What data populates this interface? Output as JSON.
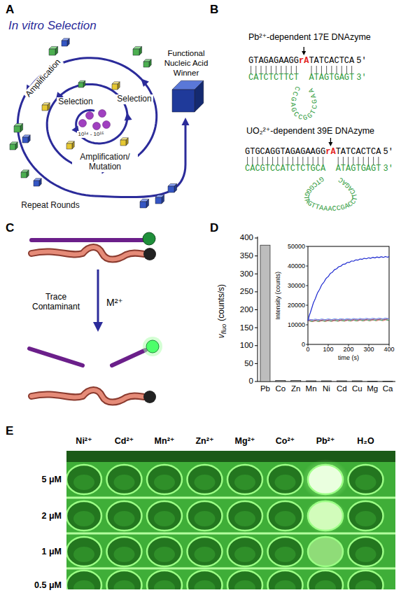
{
  "diagram": {
    "labels": [
      "A",
      "In vitro Selection",
      "Amplification",
      "Selection",
      "Selection",
      "10¹⁴ - 10¹⁵",
      "Amplification/ Mutation",
      "Repeat Rounds",
      "Functional Nucleic Acid Winner",
      "B",
      "Pb²⁺-dependent 17E DNAzyme",
      "GTAGAGAAGG",
      "rA",
      "TATCACTCA",
      "5′",
      "CATCTCTTCT",
      "ATAGTGAGT",
      "3′",
      "CCGAGCCGGTCGAA",
      "UO₂²⁺-dependent 39E DNAzyme",
      "GTGCAGGTAGAGAAGG",
      "rA",
      "TATCACTCA",
      "5′",
      "CACGTCCATCTCTGCA",
      "ATAGTGAGT",
      "3′",
      "GTCGGGTAGTTAAACCGACCTTCAGAC",
      "C",
      "Trace Contaminant",
      "M²⁺",
      "D",
      "0",
      "50",
      "100",
      "150",
      "200",
      "250",
      "300",
      "350",
      "400",
      "Pb",
      "Co",
      "Zn",
      "Mn",
      "Ni",
      "Cd",
      "Cu",
      "Mg",
      "Ca",
      "v",
      "fluo",
      "(counts/s)",
      "0",
      "10000",
      "20000",
      "30000",
      "40000",
      "50000",
      "0",
      "100",
      "200",
      "300",
      "400",
      "Intensity (counts)",
      "time (s)",
      "E",
      "Ni²⁺",
      "Cd²⁺",
      "Mn²⁺",
      "Zn²⁺",
      "Mg²⁺",
      "Co²⁺",
      "Pb²⁺",
      "H₂O",
      "5 μM",
      "2 μM",
      "1 μM",
      "0.5 μM"
    ]
  }
}
